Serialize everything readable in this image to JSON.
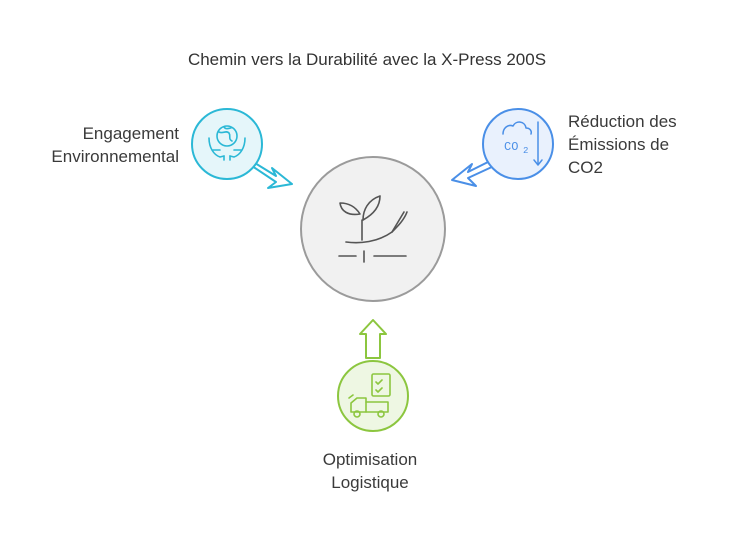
{
  "title": "Chemin vers la Durabilité avec la X-Press 200S",
  "center": {
    "icon": "plant-hand-icon"
  },
  "nodes": [
    {
      "id": "engagement",
      "lines": [
        "Engagement",
        "Environnemental"
      ],
      "icon": "globe-hands-icon",
      "color": "#2bb8d6"
    },
    {
      "id": "reduction",
      "lines": [
        "Réduction des",
        "Émissions de",
        "CO2"
      ],
      "icon": "co2-down-icon",
      "color": "#4a8fe7"
    },
    {
      "id": "logistique",
      "lines": [
        "Optimisation",
        "Logistique"
      ],
      "icon": "truck-checklist-icon",
      "color": "#8cc63f"
    }
  ]
}
